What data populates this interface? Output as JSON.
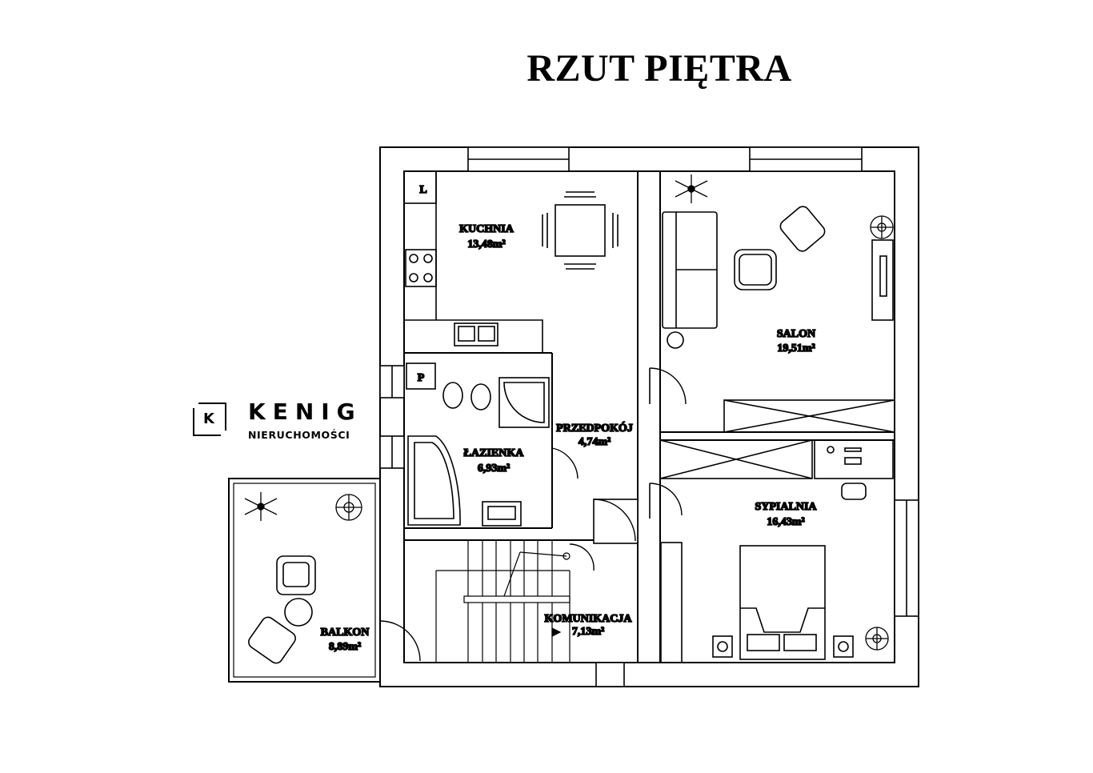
{
  "title": "RZUT PIĘTRA",
  "logo": {
    "letter": "K",
    "name": "KENIG",
    "subtitle": "NIERUCHOMOŚCI"
  },
  "marks": {
    "laundry": "L",
    "storage": "P"
  },
  "rooms": {
    "kuchnia": {
      "name": "KUCHNIA",
      "area": "13,48m²"
    },
    "salon": {
      "name": "SALON",
      "area": "19,51m²"
    },
    "lazienka": {
      "name": "ŁAZIENKA",
      "area": "6,93m²"
    },
    "przedpokoj": {
      "name": "PRZEDPOKÓJ",
      "area": "4,74m²"
    },
    "sypialnia": {
      "name": "SYPIALNIA",
      "area": "16,43m²"
    },
    "komunikacja": {
      "name": "KOMUNIKACJA",
      "area": "7,13m²"
    },
    "balkon": {
      "name": "BALKON",
      "area": "8,89m²"
    }
  },
  "colors": {
    "wall": "#000000",
    "background": "#ffffff"
  }
}
